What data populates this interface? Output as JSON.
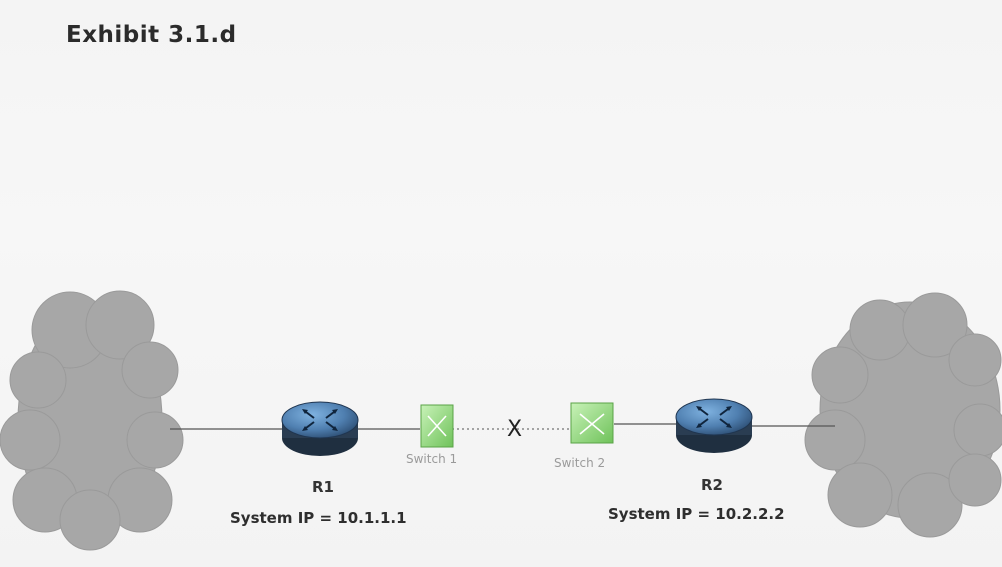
{
  "exhibit": {
    "title": "Exhibit 3.1.d"
  },
  "routers": {
    "r1": {
      "name": "R1",
      "system_ip": "System IP = 10.1.1.1"
    },
    "r2": {
      "name": "R2",
      "system_ip": "System IP = 10.2.2.2"
    }
  },
  "switches": {
    "s1": {
      "name": "Switch 1"
    },
    "s2": {
      "name": "Switch 2"
    }
  },
  "link": {
    "failure_mark": "X"
  },
  "colors": {
    "cloud": "#a9a9a9",
    "router_body": "#4f7fb0",
    "router_base": "#2a3d52",
    "switch": "#8fd67a",
    "line": "#555555"
  }
}
